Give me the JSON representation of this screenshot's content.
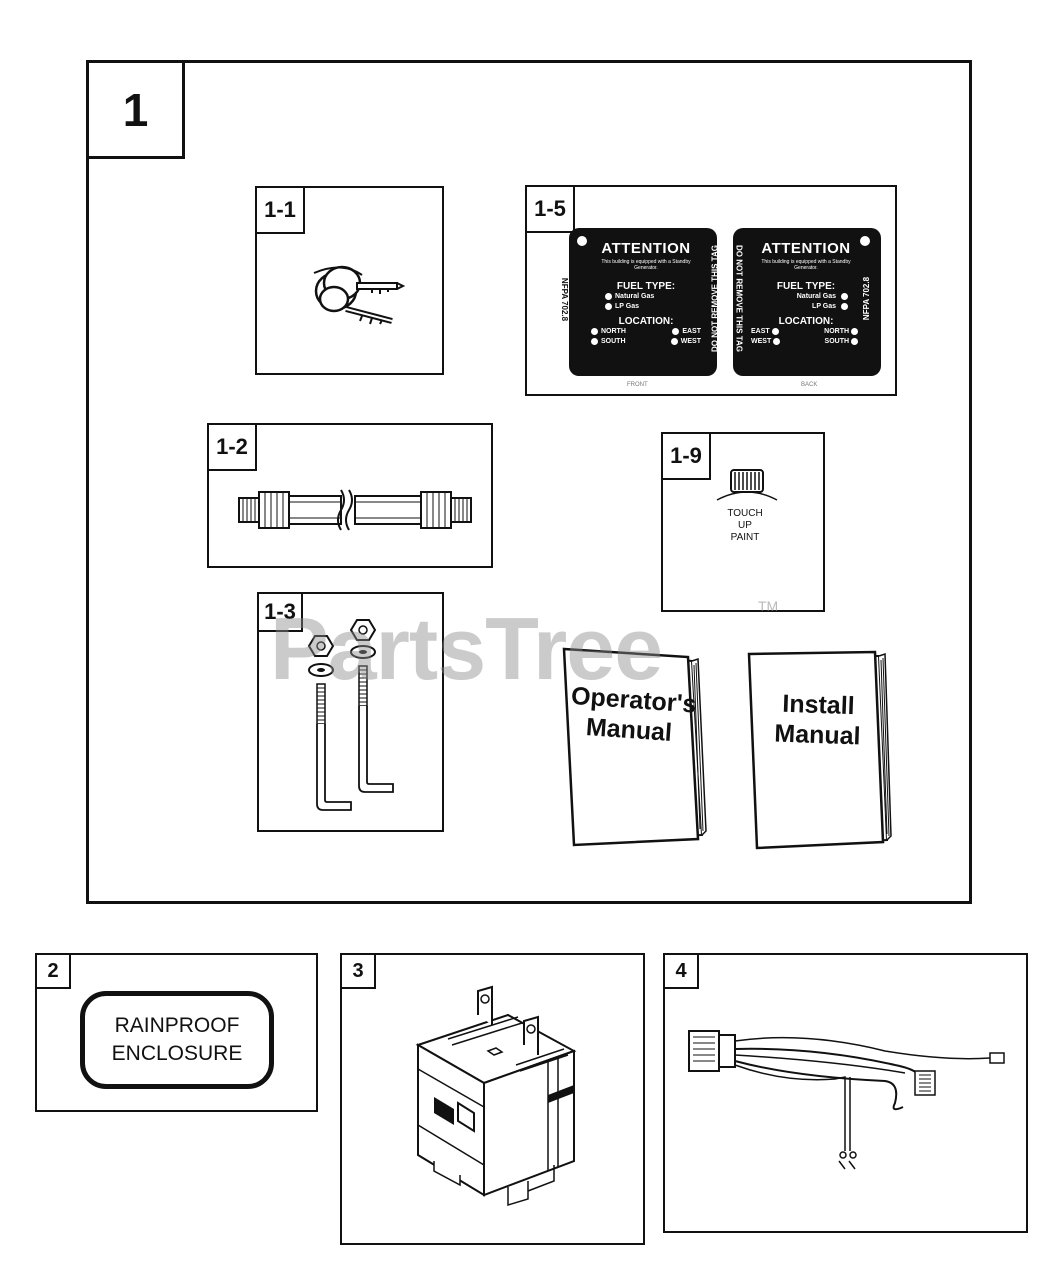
{
  "kit": {
    "label": "1"
  },
  "parts": {
    "p1_1": {
      "label": "1-1"
    },
    "p1_5": {
      "label": "1-5",
      "sign": {
        "title": "ATTENTION",
        "subtitle": "This building is equipped with a Standby Generator.",
        "fuel_heading": "FUEL TYPE:",
        "fuel_options": [
          "Natural Gas",
          "LP Gas"
        ],
        "location_heading": "LOCATION:",
        "locations_front": [
          "NORTH",
          "EAST",
          "SOUTH",
          "WEST"
        ],
        "locations_back": [
          "EAST",
          "NORTH",
          "WEST",
          "SOUTH"
        ],
        "nfpa": "NFPA 702.8",
        "tag_notice": "DO NOT REMOVE THIS TAG",
        "front_caption": "FRONT",
        "back_caption": "BACK"
      }
    },
    "p1_2": {
      "label": "1-2"
    },
    "p1_9": {
      "label": "1-9",
      "text_lines": [
        "TOUCH",
        "UP",
        "PAINT"
      ]
    },
    "p1_3": {
      "label": "1-3"
    },
    "operators_manual": {
      "lines": [
        "Operator's",
        "Manual"
      ]
    },
    "install_manual": {
      "lines": [
        "Install",
        "Manual"
      ]
    },
    "p2": {
      "label": "2",
      "text_lines": [
        "RAINPROOF",
        "ENCLOSURE"
      ]
    },
    "p3": {
      "label": "3"
    },
    "p4": {
      "label": "4"
    }
  },
  "watermark": {
    "text": "PartsTree",
    "tm": "TM"
  }
}
